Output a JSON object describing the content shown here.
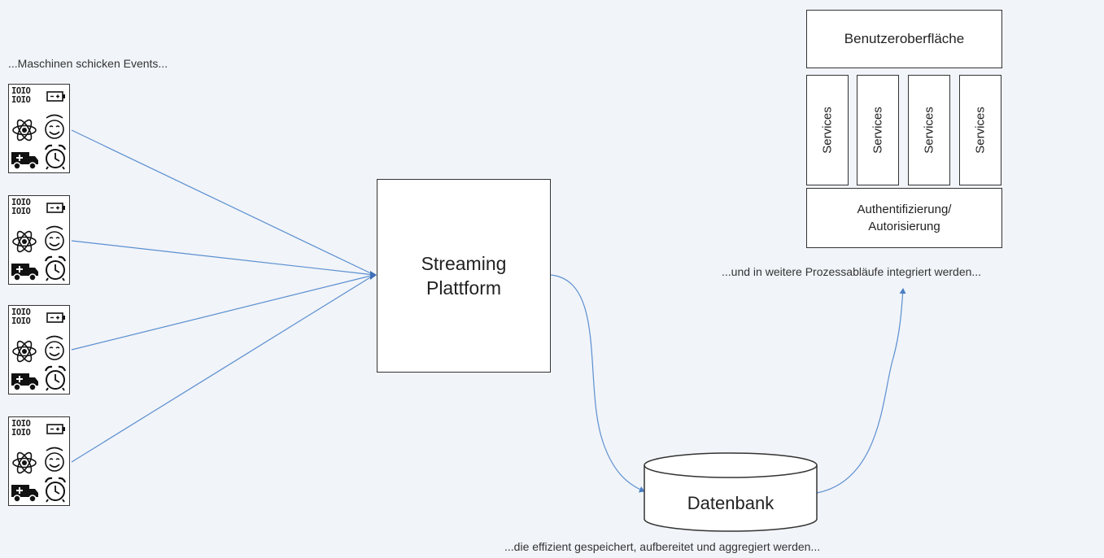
{
  "captions": {
    "machines": "...Maschinen schicken Events...",
    "process": "...und in weitere Prozessabläufe integriert werden...",
    "storage": "...die effizient gespeichert, aufbereitet und aggregiert werden..."
  },
  "streaming": {
    "line1": "Streaming",
    "line2": "Plattform"
  },
  "database": {
    "label": "Datenbank"
  },
  "app": {
    "ui_label": "Benutzeroberfläche",
    "services": [
      "Services",
      "Services",
      "Services",
      "Services"
    ],
    "auth_line1": "Authentifizierung/",
    "auth_line2": "Autorisierung"
  },
  "devices": [
    {
      "bin_line1": "IOIO",
      "bin_line2": "IOIO"
    },
    {
      "bin_line1": "IOIO",
      "bin_line2": "IOIO"
    },
    {
      "bin_line1": "IOIO",
      "bin_line2": "IOIO"
    },
    {
      "bin_line1": "IOIO",
      "bin_line2": "IOIO"
    }
  ],
  "colors": {
    "background": "#f1f4f9",
    "arrow": "#5b8fd0",
    "border": "#333333"
  }
}
